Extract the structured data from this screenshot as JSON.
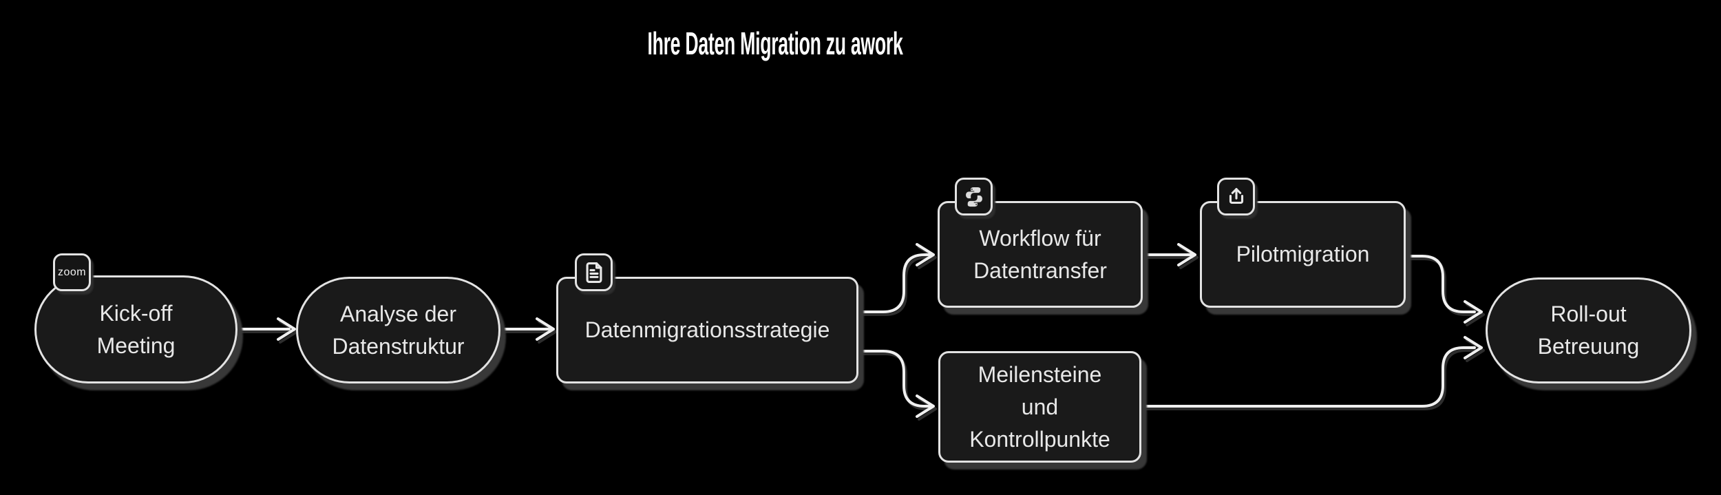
{
  "title": "Ihre Daten Migration zu awork",
  "badges": {
    "zoom_label": "zoom"
  },
  "flowchart": {
    "nodes": {
      "kickoff": {
        "shape": "stadium",
        "icon": "zoom-logo-badge",
        "lines": [
          "Kick-off",
          "Meeting"
        ]
      },
      "analyse": {
        "shape": "stadium",
        "icon": null,
        "lines": [
          "Analyse der",
          "Datenstruktur"
        ]
      },
      "strategie": {
        "shape": "rounded-rect",
        "icon": "file-text-icon",
        "lines": [
          "Datenmigrationsstrategie"
        ]
      },
      "workflow": {
        "shape": "rounded-rect",
        "icon": "python-icon",
        "lines": [
          "Workflow für",
          "Datentransfer"
        ]
      },
      "pilot": {
        "shape": "rounded-rect",
        "icon": "upload-icon",
        "lines": [
          "Pilotmigration"
        ]
      },
      "meilensteine": {
        "shape": "rounded-rect",
        "icon": null,
        "lines": [
          "Meilensteine",
          "und",
          "Kontrollpunkte"
        ]
      },
      "rollout": {
        "shape": "stadium",
        "icon": null,
        "lines": [
          "Roll-out",
          "Betreuung"
        ]
      }
    },
    "edges": [
      {
        "from": "kickoff",
        "to": "analyse"
      },
      {
        "from": "analyse",
        "to": "strategie"
      },
      {
        "from": "strategie",
        "to": "workflow"
      },
      {
        "from": "strategie",
        "to": "meilensteine"
      },
      {
        "from": "workflow",
        "to": "pilot"
      },
      {
        "from": "pilot",
        "to": "rollout"
      },
      {
        "from": "meilensteine",
        "to": "rollout"
      }
    ]
  },
  "colors": {
    "background": "#000000",
    "node_fill": "#1a1a1a",
    "node_border": "#e3e3e3",
    "label_text": "#e8e8e8",
    "title_text": "#ffffff",
    "edge_stroke": "#f0f0f0",
    "shadow": "#383838"
  }
}
